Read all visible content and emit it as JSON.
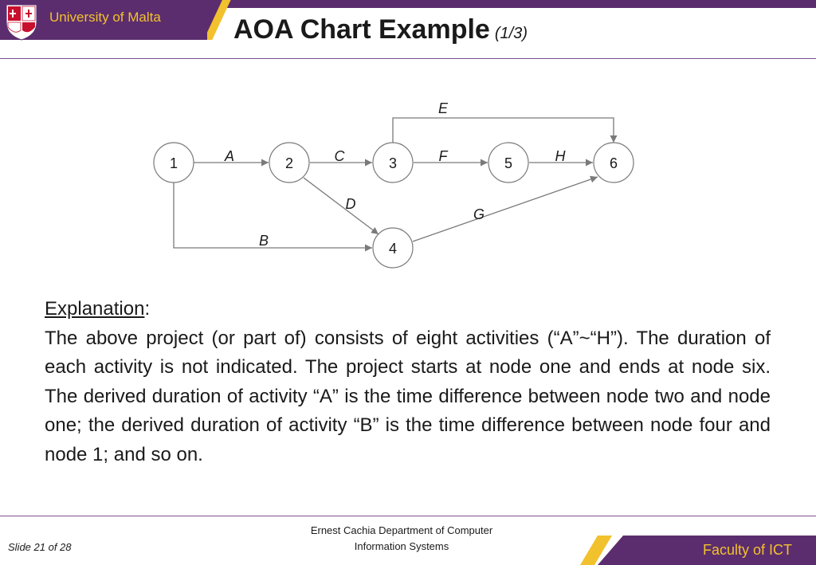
{
  "header": {
    "university": "University of Malta",
    "title": "AOA Chart Example",
    "subtitle": "1/3"
  },
  "diagram": {
    "nodes": [
      {
        "id": "1",
        "label": "1"
      },
      {
        "id": "2",
        "label": "2"
      },
      {
        "id": "3",
        "label": "3"
      },
      {
        "id": "4",
        "label": "4"
      },
      {
        "id": "5",
        "label": "5"
      },
      {
        "id": "6",
        "label": "6"
      }
    ],
    "edges": [
      {
        "label": "A",
        "from": "1",
        "to": "2"
      },
      {
        "label": "B",
        "from": "1",
        "to": "4"
      },
      {
        "label": "C",
        "from": "2",
        "to": "3"
      },
      {
        "label": "D",
        "from": "2",
        "to": "4"
      },
      {
        "label": "E",
        "from": "3",
        "to": "6"
      },
      {
        "label": "F",
        "from": "3",
        "to": "5"
      },
      {
        "label": "G",
        "from": "4",
        "to": "6"
      },
      {
        "label": "H",
        "from": "5",
        "to": "6"
      }
    ]
  },
  "explanation": {
    "heading": "Explanation",
    "colon": ":",
    "body": "The above project (or part of) consists of eight activities (“A”~“H”). The duration of each activity is not indicated. The project starts at node one and ends at node six. The derived duration of activity “A” is the time difference between node two and node one; the derived duration of activity “B” is the time difference between node four and node 1; and so on."
  },
  "footer": {
    "slide_number": "Slide 21 of 28",
    "department": "Ernest Cachia Department of Computer Information Systems",
    "faculty": "Faculty of ICT"
  },
  "colors": {
    "brand_purple": "#5b2d6e",
    "brand_gold": "#f2c12e",
    "crest_red": "#c8102e"
  }
}
